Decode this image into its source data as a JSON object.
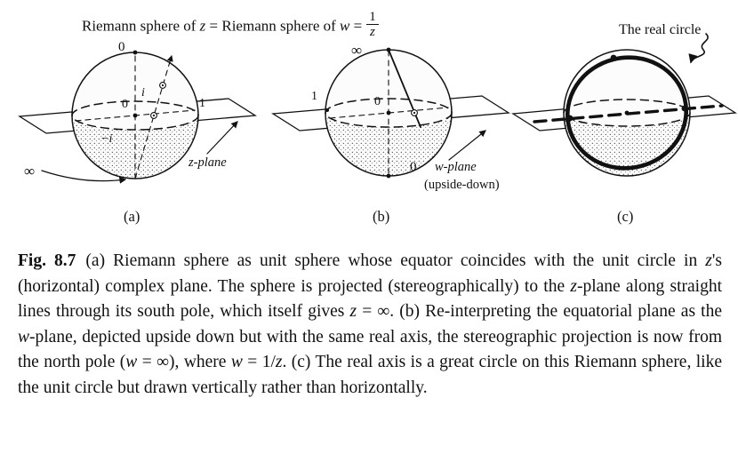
{
  "figure": {
    "title_ab": {
      "segments": [
        {
          "t": "Riemann sphere of "
        },
        {
          "t": "z",
          "i": true
        },
        {
          "t": " = Riemann sphere of "
        },
        {
          "t": "w",
          "i": true
        },
        {
          "t": " ="
        }
      ],
      "fraction": {
        "numerator": "1",
        "denominator": "z"
      }
    },
    "title_c": "The real circle",
    "diagram_a": {
      "panel_label": "(a)",
      "north_pole_label": "0",
      "origin_label": "0",
      "i_label": "i",
      "neg_i_label": "−i",
      "one_label": "1",
      "infinity_label": "∞",
      "plane_label": "z-plane"
    },
    "diagram_b": {
      "panel_label": "(b)",
      "north_pole_label": "∞",
      "origin_label": "0",
      "one_label": "1",
      "south_pole_label": "0",
      "plane_label": "w-plane",
      "plane_sublabel": "(upside-down)"
    },
    "diagram_c": {
      "panel_label": "(c)"
    }
  },
  "caption": {
    "fig_label": "Fig. 8.7",
    "segments": [
      {
        "t": "(a) Riemann sphere as unit sphere whose equator coincides with the unit circle in "
      },
      {
        "t": "z",
        "i": true
      },
      {
        "t": "'s (horizontal) complex plane. The sphere is projected (stereographically) to the "
      },
      {
        "t": "z",
        "i": true
      },
      {
        "t": "-plane along straight lines through its south pole, which itself gives "
      },
      {
        "t": "z",
        "i": true
      },
      {
        "t": " = ∞. (b) Re-interpreting the equatorial plane as the "
      },
      {
        "t": "w",
        "i": true
      },
      {
        "t": "-plane, depicted upside down but with the same real axis, the stereographic projection is now from the north pole ("
      },
      {
        "t": "w",
        "i": true
      },
      {
        "t": " = ∞), where "
      },
      {
        "t": "w",
        "i": true
      },
      {
        "t": " = 1/"
      },
      {
        "t": "z",
        "i": true
      },
      {
        "t": ". (c) The real axis is a great circle on this Riemann sphere, like the unit circle but drawn vertically rather than horizontally."
      }
    ]
  }
}
